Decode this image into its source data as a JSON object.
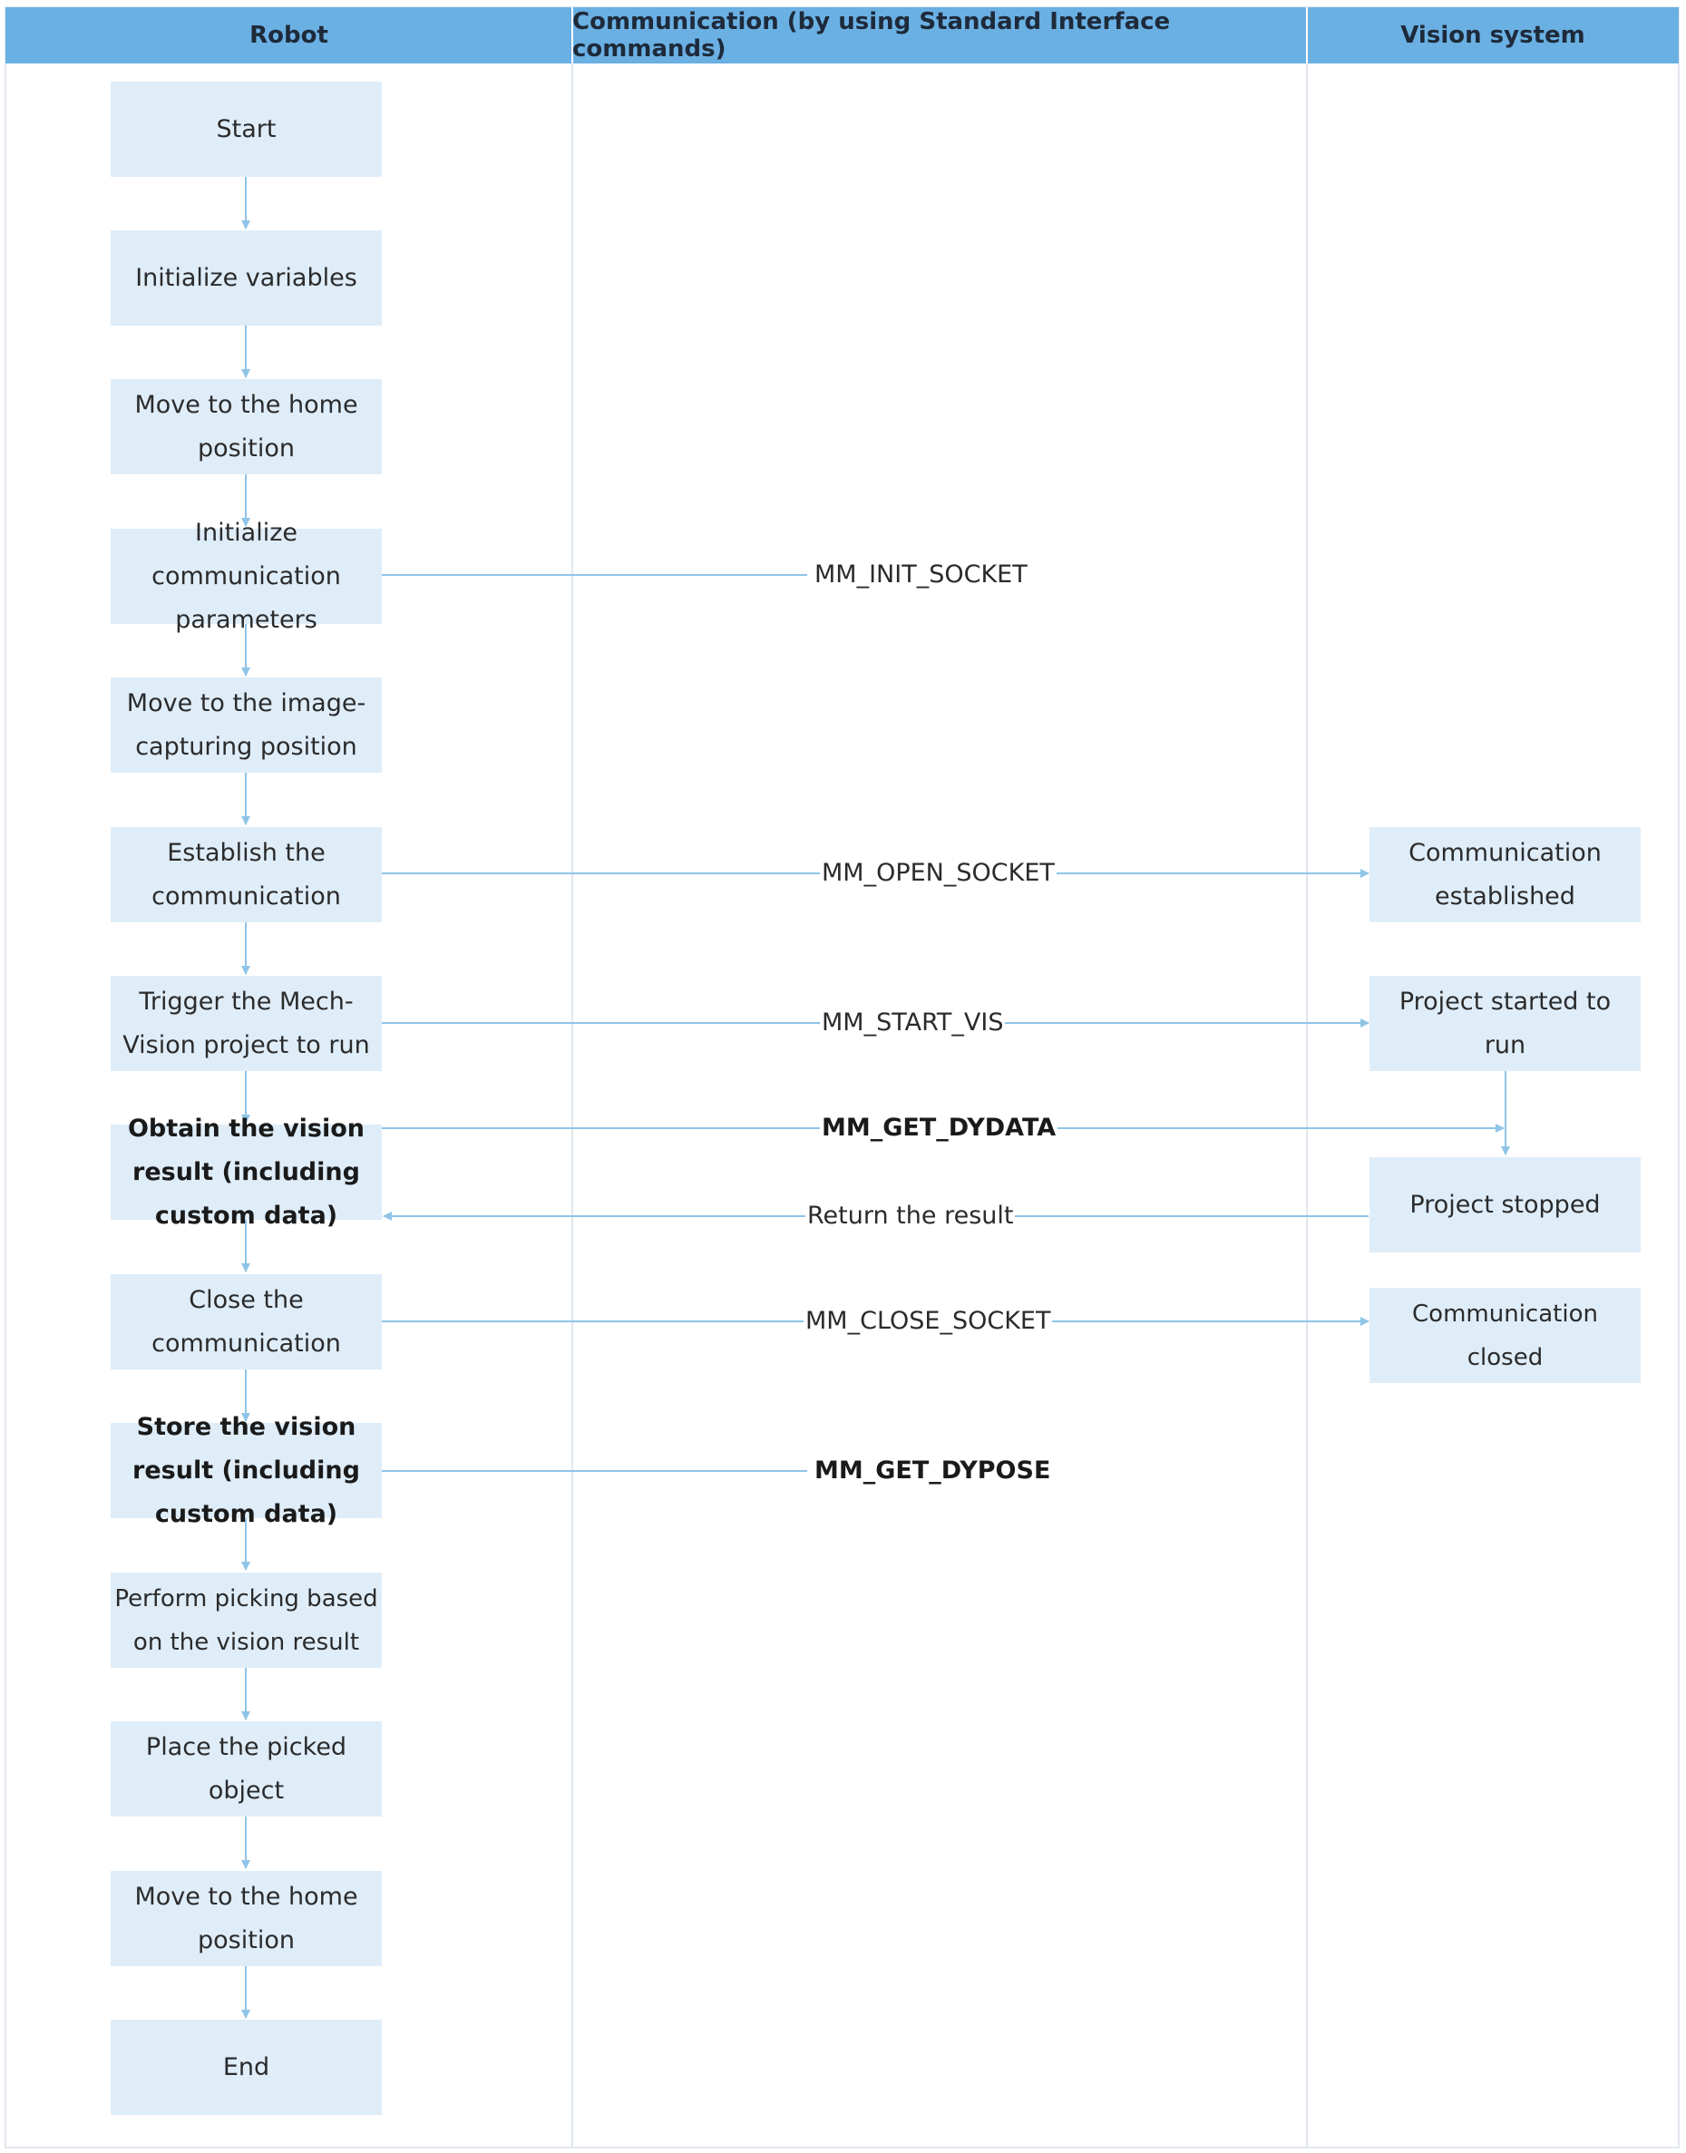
{
  "columns": {
    "robot": "Robot",
    "communication": "Communication (by using Standard Interface commands)",
    "vision": "Vision system"
  },
  "robot_steps": {
    "start": "Start",
    "init_vars": "Initialize variables",
    "home1": "Move to the home position",
    "init_comm": "Initialize communication parameters",
    "image_pos": "Move to the image-capturing position",
    "establish": "Establish the communication",
    "trigger": "Trigger the Mech-Vision project to run",
    "obtain": "Obtain the vision result (including custom data)",
    "close": "Close the communication",
    "store": "Store the vision result (including custom data)",
    "picking": "Perform picking based on the vision result",
    "place": "Place the picked object",
    "home2": "Move to the home position",
    "end": "End"
  },
  "commands": {
    "init_socket": "MM_INIT_SOCKET",
    "open_socket": "MM_OPEN_SOCKET",
    "start_vis": "MM_START_VIS",
    "get_dydata": "MM_GET_DYDATA",
    "return_result": "Return the result",
    "close_socket": "MM_CLOSE_SOCKET",
    "get_dypose": "MM_GET_DYPOSE"
  },
  "vision_steps": {
    "established": "Communication established",
    "started": "Project started to run",
    "stopped": "Project stopped",
    "closed": "Communication closed"
  },
  "colors": {
    "header": "#6ab0e3",
    "node": "#dfedf9",
    "line": "#8fc4e8",
    "divider": "#dfe6ec"
  }
}
